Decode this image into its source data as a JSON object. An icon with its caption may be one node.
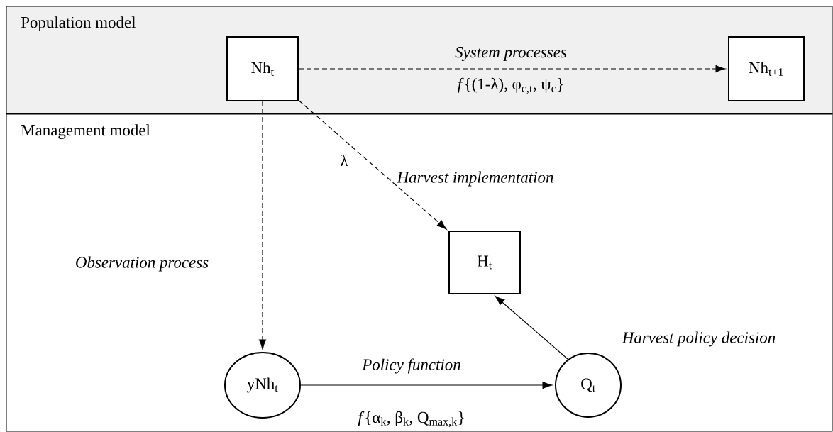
{
  "diagram": {
    "nodes": [
      {
        "text": [
          "Population model"
        ]
      },
      {
        "text": [
          "Management model"
        ]
      },
      {
        "text": [
          "Nh$_{t}$"
        ],
        "in": 0
      },
      {
        "text": [
          "Nh$_{t+1}$"
        ],
        "in": 0
      },
      {
        "text": [
          "H$_{t}$"
        ],
        "in": 1
      },
      {
        "text": [
          "yNh$_{t}$"
        ],
        "in": 1
      },
      {
        "text": [
          "Q$_{t}$"
        ],
        "in": 1
      }
    ],
    "edges": [
      {
        "from": 2,
        "to": 3,
        "arrow": "to",
        "style": "dashed",
        "label": "System processes"
      },
      {
        "from": 2,
        "to": 4,
        "arrow": "to",
        "style": "dashed",
        "label": "Harvest implementation"
      },
      {
        "from": 2,
        "to": 5,
        "arrow": "to",
        "style": "dashed",
        "label": "Observation process"
      },
      {
        "from": 5,
        "to": 6,
        "arrow": "to",
        "label": "Policy function"
      },
      {
        "from": 6,
        "to": 4,
        "arrow": "to",
        "label": "Harvest policy decision"
      }
    ],
    "labels": [
      "*f*{(1-λ), φ$_{c,t}$, ψ$_{c}$}",
      "λ",
      "*f*{α$_{k}$, β$_{k}$, Q$_{max,k}$}"
    ]
  }
}
